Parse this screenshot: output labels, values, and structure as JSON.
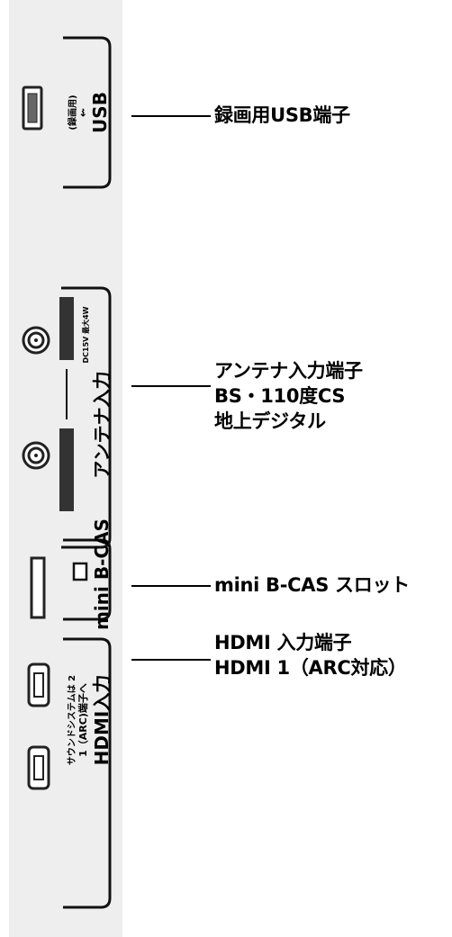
{
  "panel": {
    "background_color": "#eeeeee",
    "labels": {
      "usb_sub": "(録画用)",
      "usb_main": "USB",
      "antenna_main": "アンテナ入力",
      "antenna_power": "DC15V 最大4W",
      "bcas_main": "mini B-CAS",
      "hdmi_sub1": "サウンドシステムは 2",
      "hdmi_sub2": "1（ARC)端子へ",
      "hdmi_main": "HDMI入力"
    }
  },
  "callouts": {
    "usb": "録画用USB端子",
    "antenna": [
      "アンテナ入力端子",
      "BS・110度CS",
      "地上デジタル"
    ],
    "bcas": "mini B-CAS スロット",
    "hdmi": [
      "HDMI 入力端子",
      "HDMI 1（ARC対応）"
    ]
  }
}
